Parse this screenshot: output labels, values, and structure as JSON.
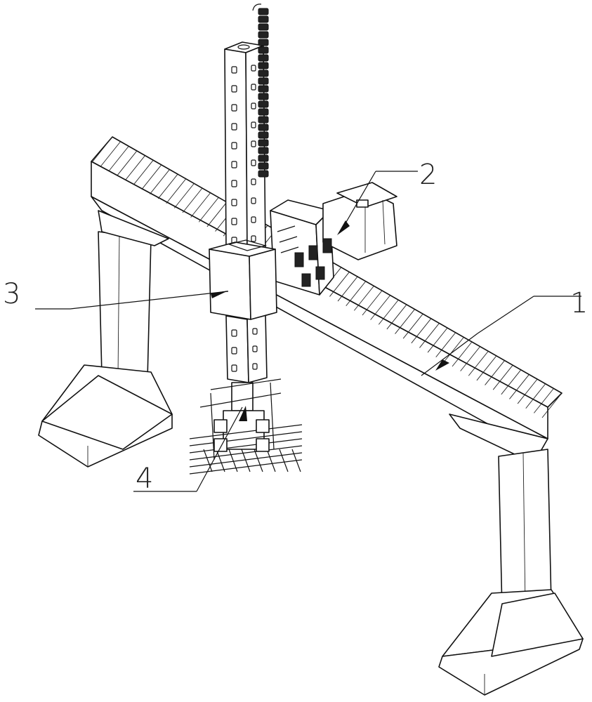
{
  "callouts": [
    {
      "id": "beam",
      "label": "1"
    },
    {
      "id": "carriage",
      "label": "2"
    },
    {
      "id": "vertical-slide",
      "label": "3"
    },
    {
      "id": "gripper",
      "label": "4"
    }
  ],
  "colors": {
    "line": "#111111",
    "background": "#ffffff"
  }
}
